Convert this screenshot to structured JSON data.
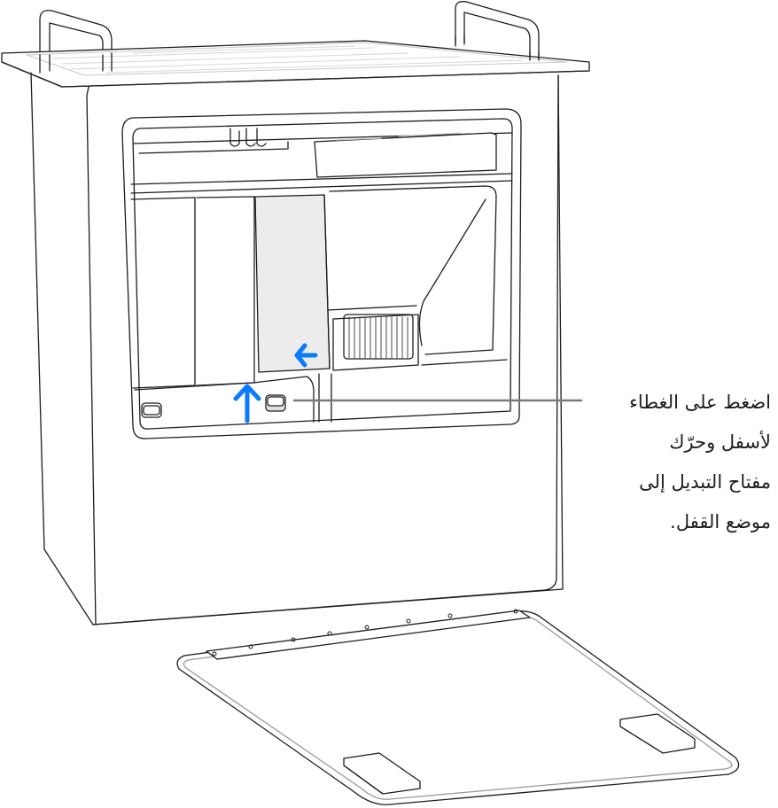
{
  "figure": {
    "subject": "Mac Pro with housing removed, drive bay module and bottom cover",
    "colors": {
      "line": "#1d1d1f",
      "highlight_fill": "#ececec",
      "arrow": "#0a7aff",
      "leader": "#7a7a7a"
    },
    "arrows": [
      {
        "name": "slide-left-arrow",
        "direction": "left"
      },
      {
        "name": "push-up-arrow",
        "direction": "up"
      }
    ]
  },
  "callout": {
    "lines": [
      "اضغط على الغطاء",
      "لأسفل وحرّك",
      "مفتاح التبديل إلى",
      "موضع القفل."
    ]
  }
}
